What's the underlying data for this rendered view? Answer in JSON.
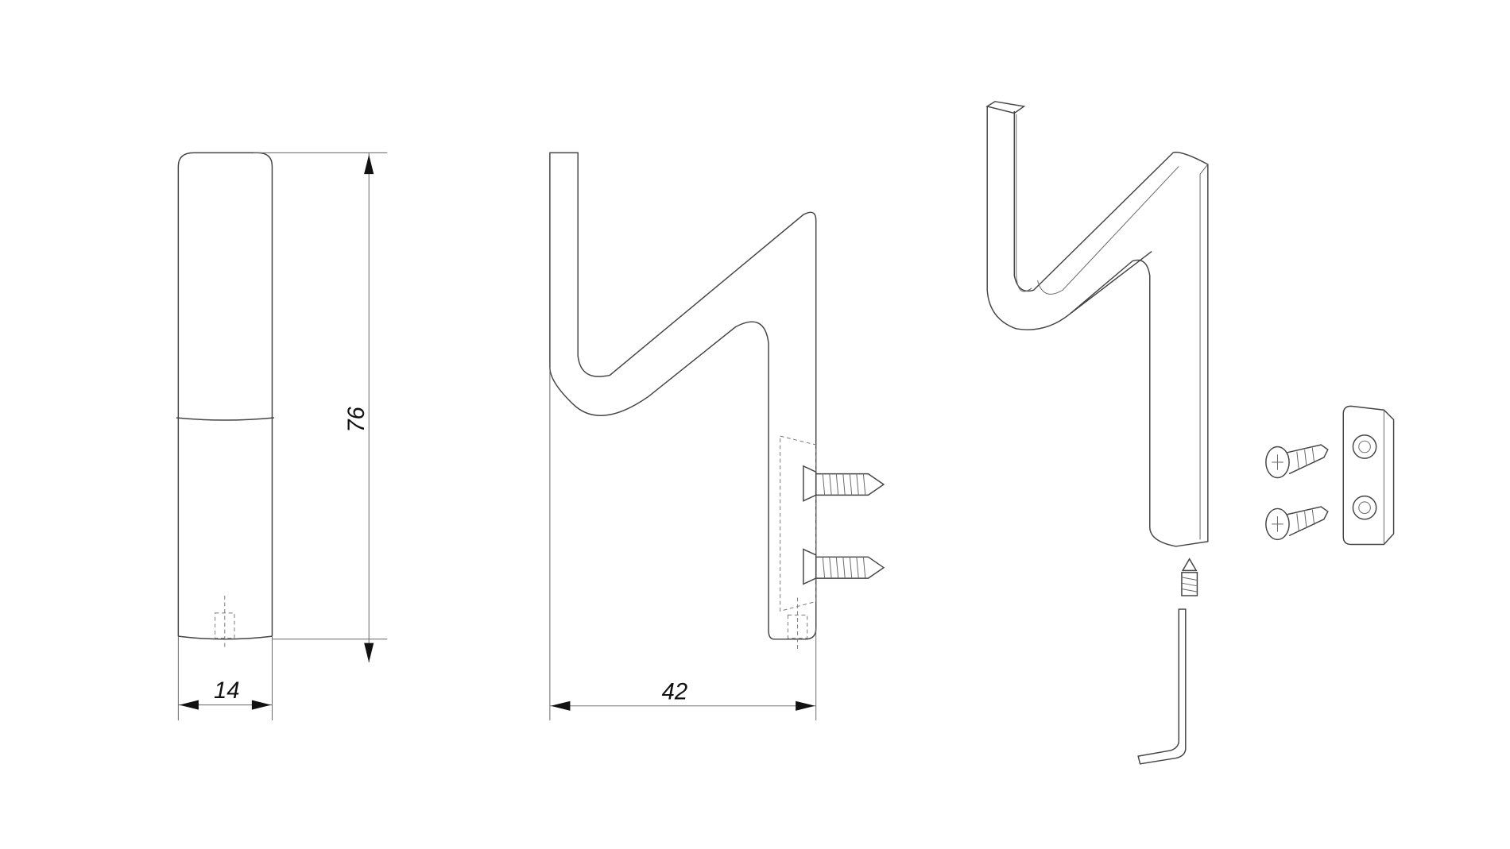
{
  "dimensions": {
    "height": "76",
    "width_front": "14",
    "depth_side": "42"
  },
  "colors": {
    "line": "#444444",
    "background": "#ffffff"
  }
}
